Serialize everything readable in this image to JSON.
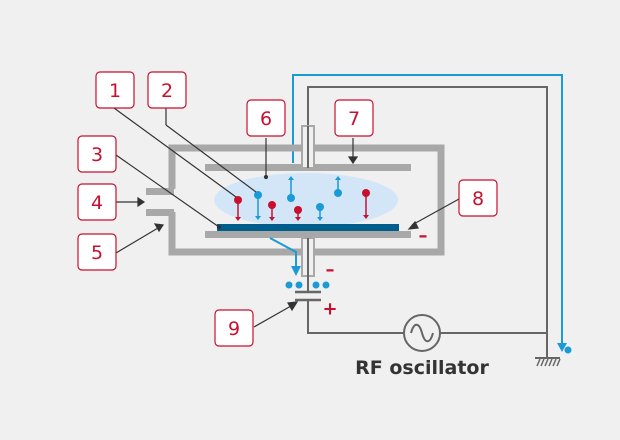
{
  "title": "RF sputtering system schematic",
  "colors": {
    "background": "#f0f0f0",
    "chamber_gray": "#a8a8a8",
    "wire_gray": "#666666",
    "wire_blue": "#1a9ad6",
    "plasma": "#d3e6f7",
    "substrate": "#005e8c",
    "label_red": "#c8102e",
    "ion_red": "#c8102e",
    "electron_blue": "#1a9ad6"
  },
  "labels": [
    {
      "id": "1",
      "text": "1"
    },
    {
      "id": "2",
      "text": "2"
    },
    {
      "id": "3",
      "text": "3"
    },
    {
      "id": "4",
      "text": "4"
    },
    {
      "id": "5",
      "text": "5"
    },
    {
      "id": "6",
      "text": "6"
    },
    {
      "id": "7",
      "text": "7"
    },
    {
      "id": "8",
      "text": "8"
    },
    {
      "id": "9",
      "text": "9"
    }
  ],
  "signs": {
    "target_electrode": "–",
    "capacitor_top": "–",
    "capacitor_bottom": "+"
  },
  "oscillator_label": "RF oscillator",
  "icons": {
    "oscillator": "sine-wave-icon",
    "ground": "ground-icon"
  }
}
